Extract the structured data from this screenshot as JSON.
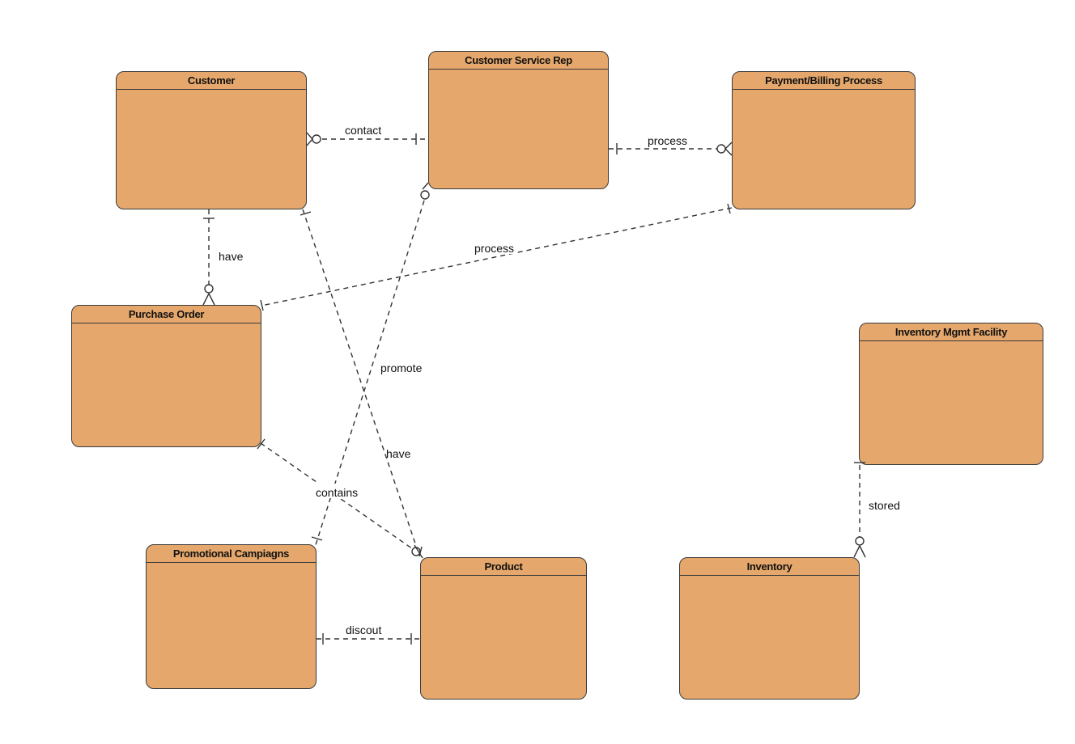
{
  "entities": {
    "customer": "Customer",
    "customer_service_rep": "Customer Service Rep",
    "payment_billing": "Payment/Billing Process",
    "purchase_order": "Purchase Order",
    "inventory_mgmt_facility": "Inventory Mgmt Facility",
    "promotional_campaigns": "Promotional Campiagns",
    "product": "Product",
    "inventory": "Inventory"
  },
  "relationships": {
    "contact": "contact",
    "process_rep_payment": "process",
    "have_customer_order": "have",
    "process_payment_order": "process",
    "promote": "promote",
    "have_customer_product": "have",
    "contains": "contains",
    "stored": "stored",
    "discout": "discout"
  }
}
